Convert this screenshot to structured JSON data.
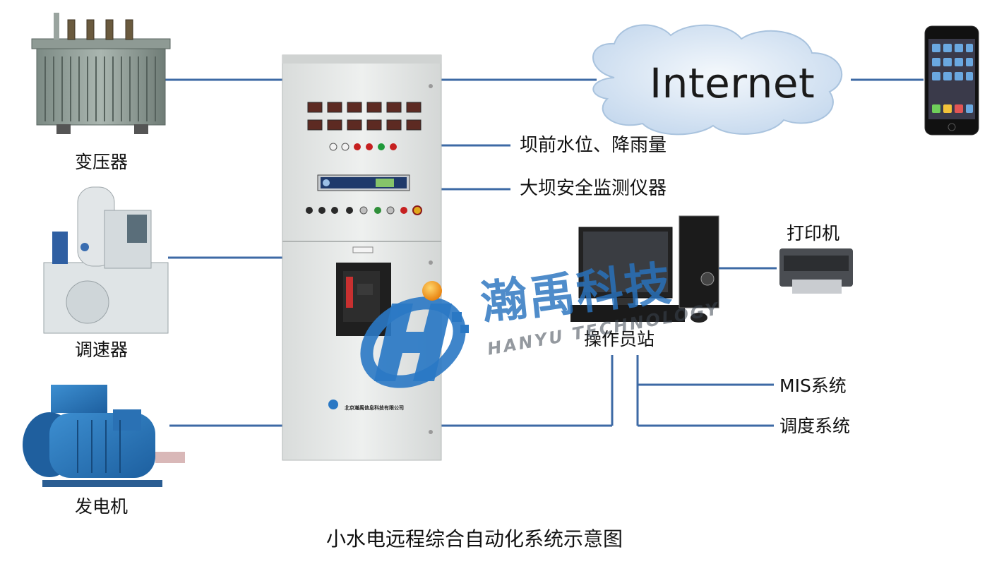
{
  "diagram": {
    "title": "小水电远程综合自动化系统示意图",
    "cloud_label": "Internet",
    "devices": {
      "transformer": "变压器",
      "governor": "调速器",
      "generator": "发电机",
      "printer": "打印机",
      "operator_station": "操作员站"
    },
    "signals": {
      "water_rain": "坝前水位、降雨量",
      "dam_safety": "大坝安全监测仪器"
    },
    "systems": {
      "mis": "MIS系统",
      "dispatch": "调度系统"
    },
    "cabinet_company": "北京瀚禹信息科技有限公司",
    "watermark": {
      "cn": "瀚禹科技",
      "en": "HANYU TECHNOLOGY"
    }
  },
  "colors": {
    "line": "#3d6aa5",
    "cabinet": "#e7e9e8",
    "cloud": "#d3e3f3",
    "logo_blue": "#2a78c4",
    "logo_orange": "#f39a1c"
  }
}
